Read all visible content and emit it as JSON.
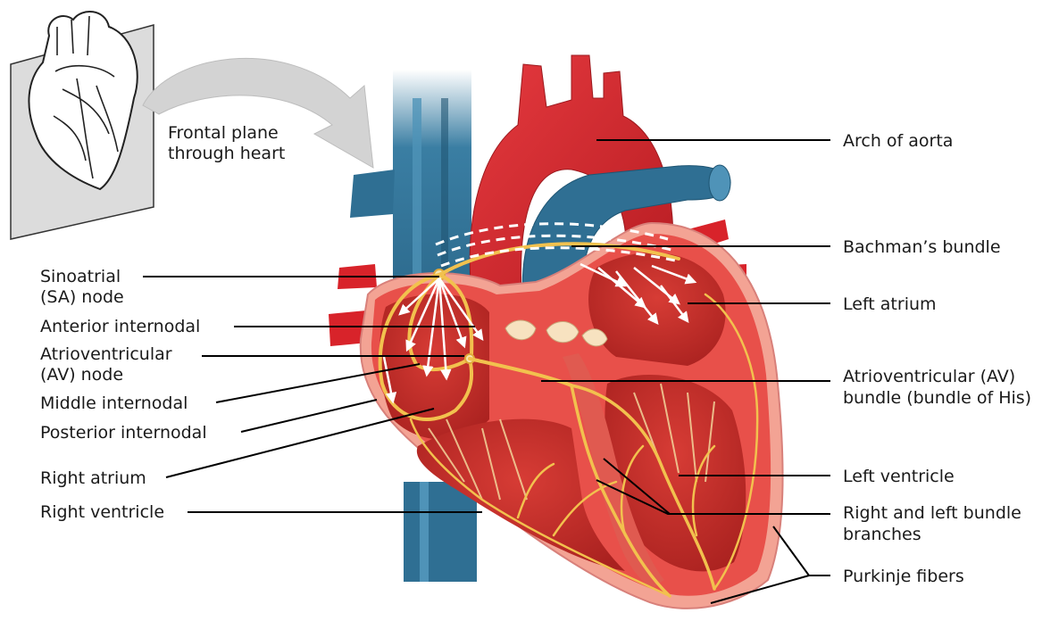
{
  "inset": {
    "caption": [
      "Frontal plane",
      "through heart"
    ]
  },
  "labels_left": {
    "sa_node": [
      "Sinoatrial",
      "(SA) node"
    ],
    "anterior_internodal": [
      "Anterior internodal"
    ],
    "av_node": [
      "Atrioventricular",
      "(AV) node"
    ],
    "middle_internodal": [
      "Middle internodal"
    ],
    "posterior_internodal": [
      "Posterior internodal"
    ],
    "right_atrium": [
      "Right atrium"
    ],
    "right_ventricle": [
      "Right ventricle"
    ]
  },
  "labels_right": {
    "arch_of_aorta": [
      "Arch of aorta"
    ],
    "bachmans_bundle": [
      "Bachman’s bundle"
    ],
    "left_atrium": [
      "Left atrium"
    ],
    "av_bundle": [
      "Atrioventricular (AV)",
      "bundle (bundle of His)"
    ],
    "left_ventricle": [
      "Left ventricle"
    ],
    "bundle_branches": [
      "Right and left bundle",
      "branches"
    ],
    "purkinje_fibers": [
      "Purkinje fibers"
    ]
  },
  "colors": {
    "vessel_blue": "#2f6f93",
    "vessel_blue_light": "#4f93b8",
    "aorta_red": "#d8232a",
    "myocardium": "#e8504a",
    "chamber_inner": "#c9302c",
    "pericardium": "#f3a394",
    "conduction_yellow": "#f2c14e",
    "node_fill": "#f6e6b0"
  }
}
